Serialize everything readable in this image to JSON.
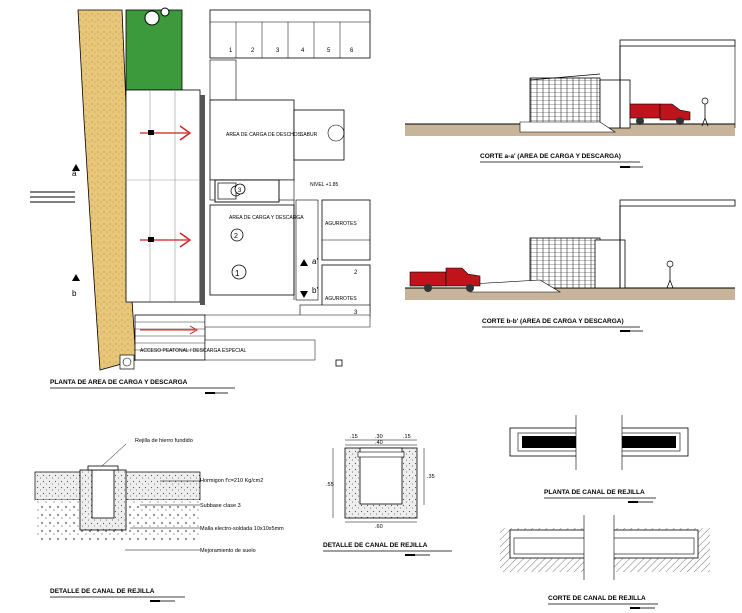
{
  "plan": {
    "title": "PLANTA DE AREA DE CARGA Y DESCARGA",
    "zone_upper": "AREA DE CARGA DE DESCHOS",
    "zone_lower": "AREA DE CARGA Y DESCARGA",
    "sabor": "SABUR",
    "nivel": "NIVEL +1.85",
    "aguirres_upper": "AGURROTES",
    "aguirres_lower": "AGURROTES",
    "acceso": "ACCESO PEATONAL / DESCARGA ESPECIAL",
    "marker_a": "a",
    "marker_b": "b",
    "marker_b2": "b'",
    "marker_a2": "a'",
    "circle_1": "1",
    "circle_2": "2",
    "circle_3": "3",
    "legend_box_label": "",
    "top_nums": [
      "1",
      "2",
      "3",
      "4",
      "5",
      "6"
    ],
    "side_nums": [
      "2",
      "3"
    ]
  },
  "section_aa": {
    "title": "CORTE a-a' (AREA DE CARGA Y DESCARGA)"
  },
  "section_bb": {
    "title": "CORTE b-b' (AREA DE CARGA Y DESCARGA)"
  },
  "detail_canal": {
    "title": "DETALLE DE CANAL DE REJILLA",
    "label_rejilla": "Rejilla de hierro fundido",
    "label_hormigon": "Hormigon f'c=210 Kg/cm2",
    "label_subbase": "Subbase clase 3",
    "label_malla": "Malla electro-soldada 10x10x5mm",
    "label_mejoramiento": "Mejoramiento de suelo"
  },
  "detail_canal_2": {
    "title": "DETALLE DE CANAL DE REJILLA",
    "dim_top": [
      ".15",
      ".30",
      ".15"
    ],
    "dim_mid": ".40",
    "dim_bottom": ".60",
    "dim_left": ".55",
    "dim_right": ".35"
  },
  "planta_canal": {
    "title": "PLANTA DE CANAL DE REJILLA"
  },
  "corte_canal": {
    "title": "CORTE DE CANAL DE REJILLA"
  },
  "colors": {
    "sand": "#e8c67a",
    "green": "#3c9a3c",
    "truck": "#c0141c",
    "arrow": "#d21c1c",
    "ground": "#c8b49a"
  }
}
